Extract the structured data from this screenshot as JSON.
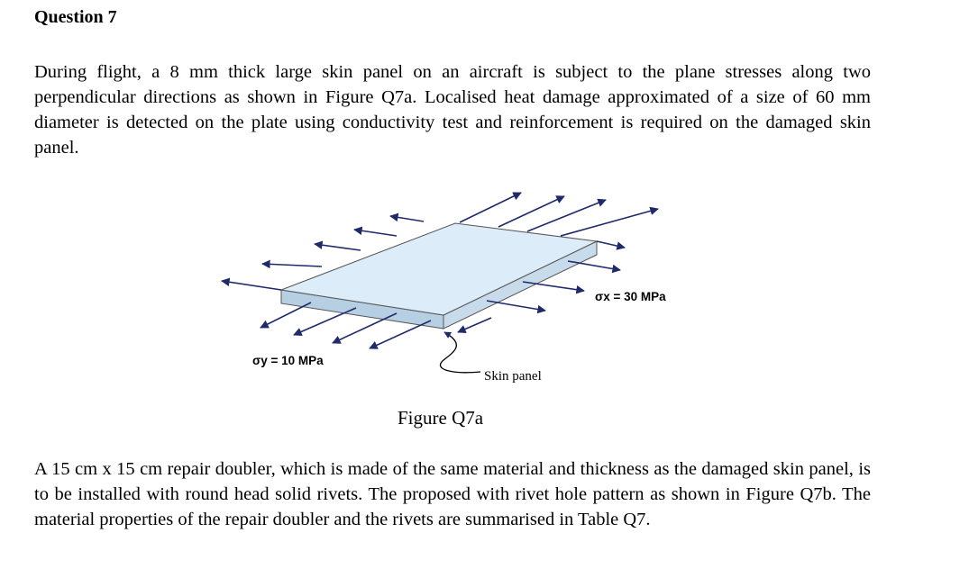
{
  "question": {
    "title": "Question 7"
  },
  "paragraph1": "During flight, a 8 mm thick large skin panel on an aircraft is subject to the plane stresses along two perpendicular directions as shown in Figure Q7a. Localised heat damage approximated of a size of 60 mm diameter is detected on the plate using conductivity test and reinforcement is required on the damaged skin panel.",
  "figure": {
    "caption": "Figure Q7a",
    "sigma_x_label": "σx = 30 MPa",
    "sigma_y_label": "σy = 10 MPa",
    "skin_panel_label": "Skin panel",
    "colors": {
      "panel_fill": "#dcecf9",
      "arrow": "#1f2a6b"
    }
  },
  "paragraph2": "A 15 cm x 15 cm repair doubler, which is made of the same material and thickness as the damaged skin panel, is to be installed with round head solid rivets. The proposed with rivet hole pattern as shown in Figure Q7b. The material properties of the repair doubler and the rivets are summarised in Table Q7."
}
